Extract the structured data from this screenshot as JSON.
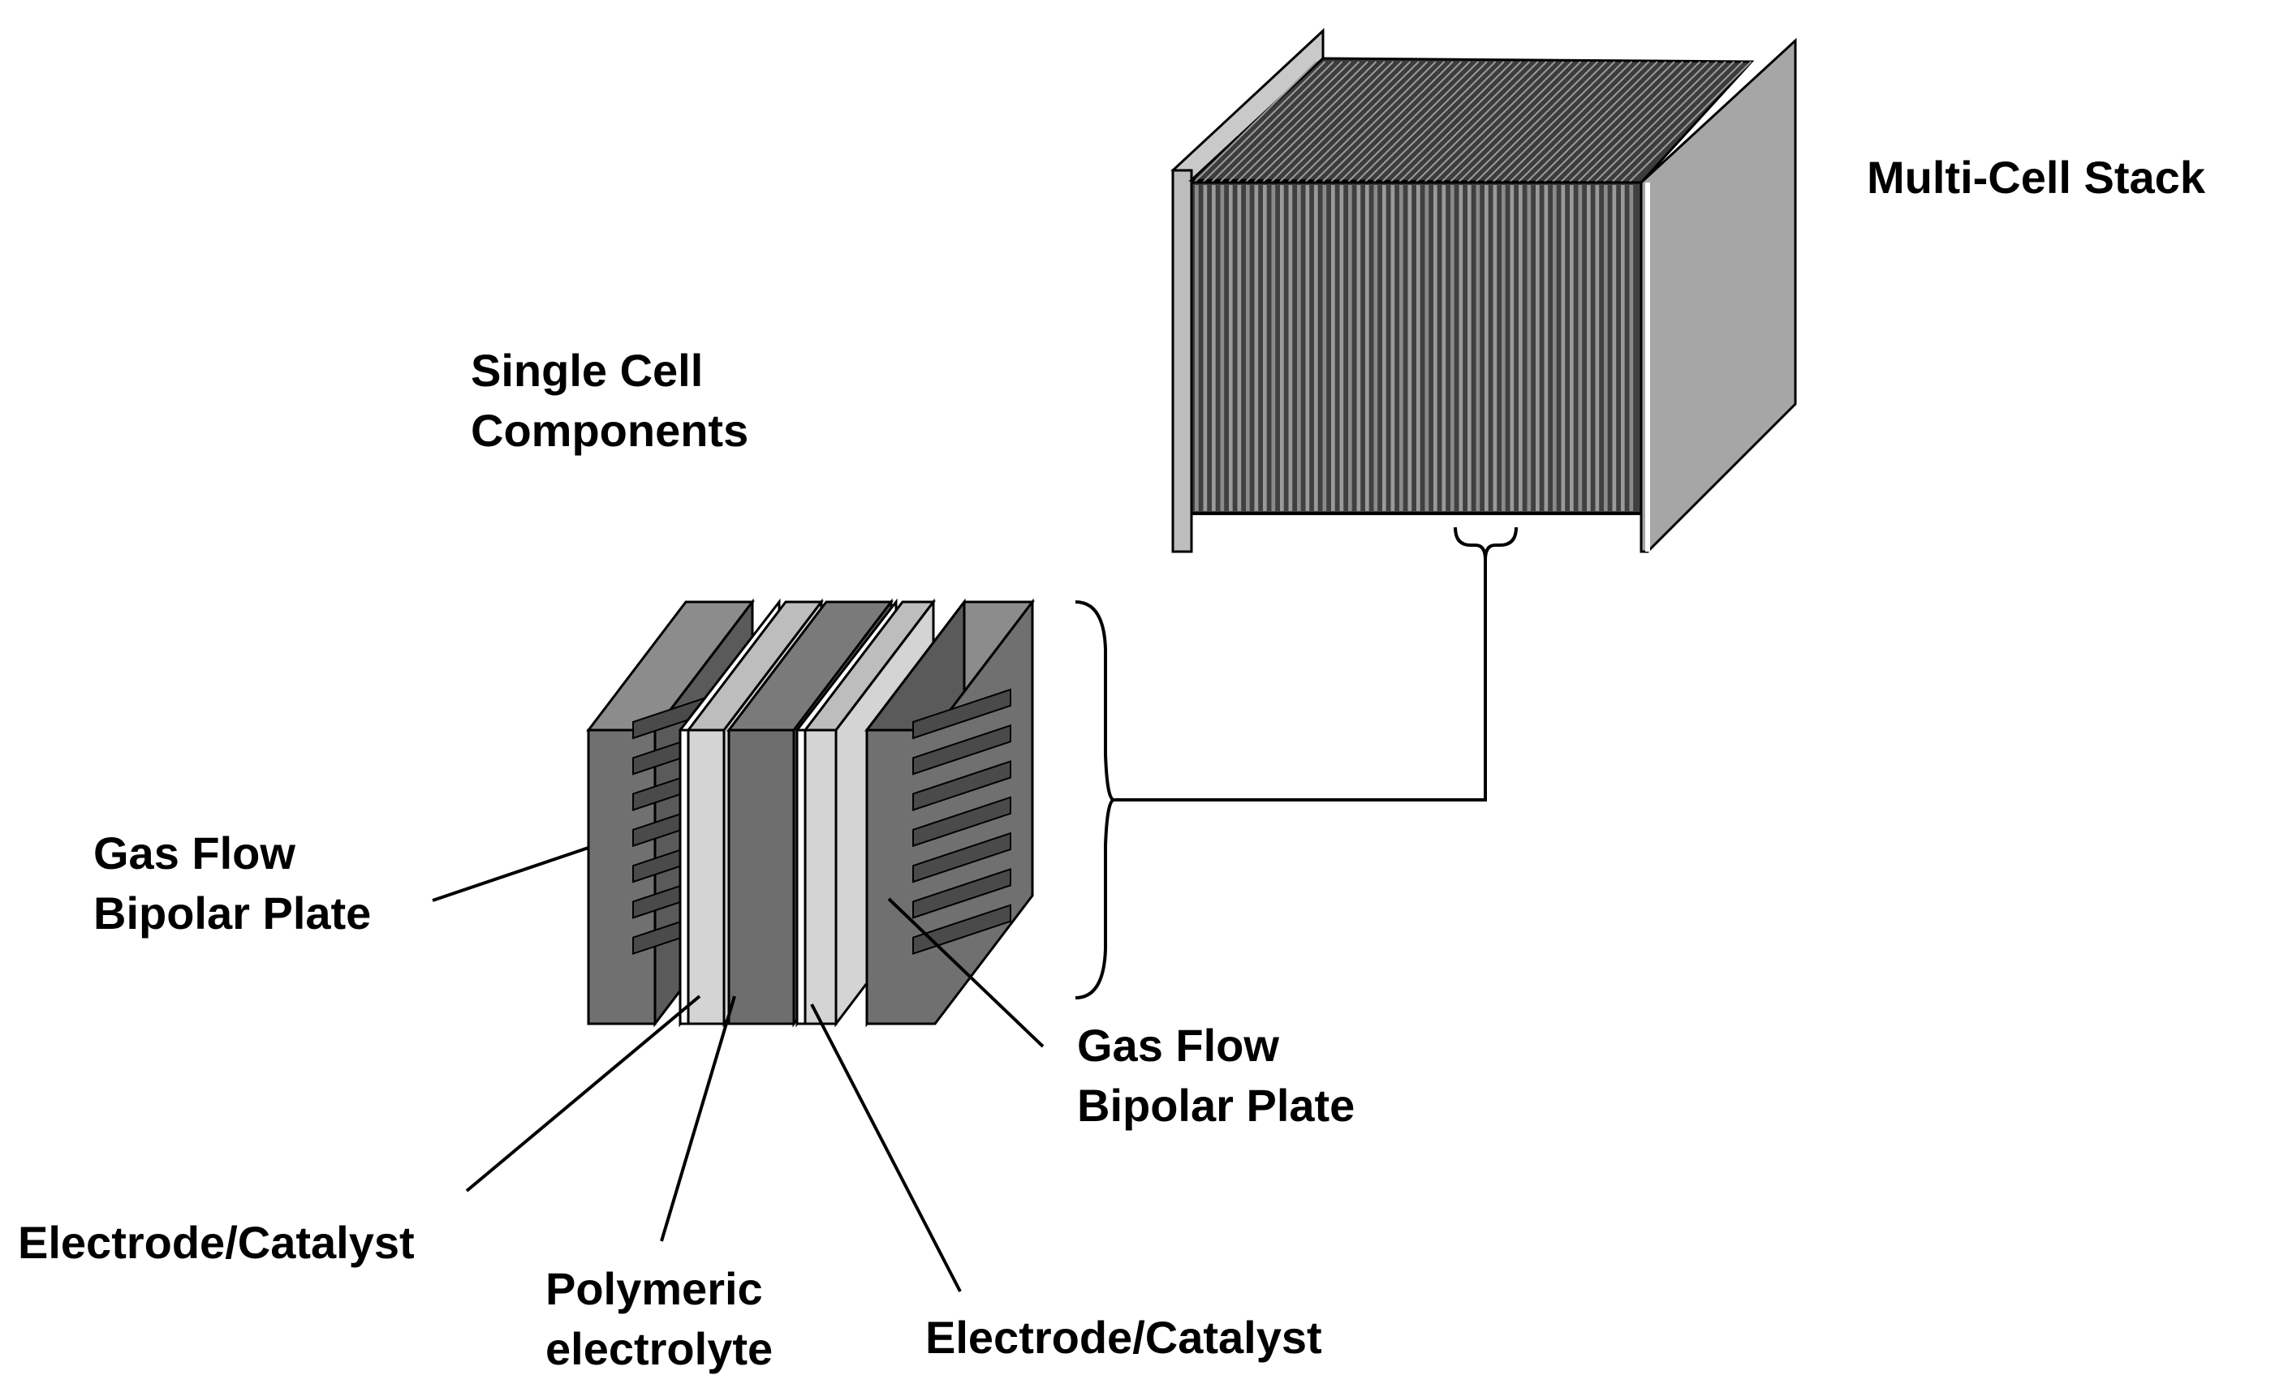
{
  "labels": {
    "multi_cell_stack": "Multi-Cell Stack",
    "single_cell_components": [
      "Single Cell",
      "Components"
    ],
    "gas_flow_bipolar_plate_left": [
      "Gas Flow",
      "Bipolar Plate"
    ],
    "gas_flow_bipolar_plate_right": [
      "Gas Flow",
      "Bipolar Plate"
    ],
    "electrode_catalyst_left": "Electrode/Catalyst",
    "polymeric_electrolyte": [
      "Polymeric",
      "electrolyte"
    ],
    "electrode_catalyst_right": "Electrode/Catalyst"
  },
  "colors": {
    "plate_face": "#707070",
    "plate_side": "#5a5a5a",
    "plate_top": "#8c8c8c",
    "membrane_face": "#d4d4d4",
    "stack_side_plate": "#a6a6a6",
    "stack_cells_dark": "#3a3a3a",
    "stack_cells_light": "#9a9a9a",
    "line": "#000000"
  },
  "stack": {
    "cell_count": 52
  }
}
